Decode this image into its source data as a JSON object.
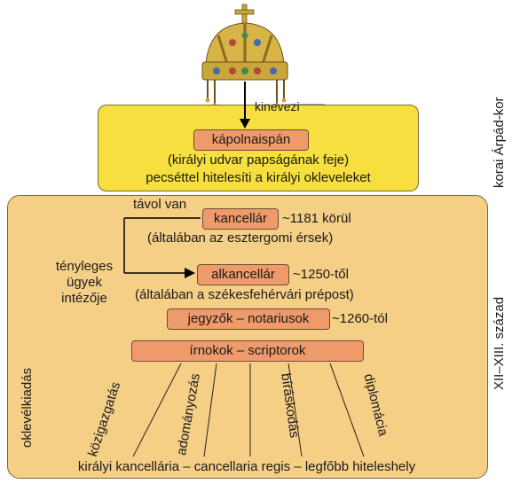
{
  "crown": {
    "icon": "holy-crown-icon"
  },
  "top": {
    "arrow_label": "kinevezi",
    "box_title": "kápolnaispán",
    "line1": "(királyi udvar papságának feje)",
    "line2": "pecséttel hitelesíti a királyi okleveleket",
    "side_label": "korai Árpád-kor"
  },
  "main": {
    "side_label": "XII–XIII. század",
    "tavol_van": "távol van",
    "kancellar": "kancellár",
    "kancellar_date": "~1181 körül",
    "kancellar_note": "(általában az esztergomi érsek)",
    "tenyleges": [
      "tényleges",
      "ügyek",
      "intézője"
    ],
    "alkancellar": "alkancellár",
    "alkancellar_date": "~1250-től",
    "alkancellar_note": "(általában a székesfehérvári prépost)",
    "jegyzok": "jegyzők – notariusok",
    "jegyzok_date": "~1260-tól",
    "irnokok": "írnokok – scriptorok",
    "functions": [
      "oklevélkiadás",
      "közigazgatás",
      "adományozás",
      "bíráskodás",
      "diplomácia"
    ],
    "bottom": "királyi kancellária – cancellaria regis – legfőbb hiteleshely"
  },
  "colors": {
    "top_box": "#f6df3e",
    "main_box": "#f6cf86",
    "pill": "#ef9a6a"
  }
}
